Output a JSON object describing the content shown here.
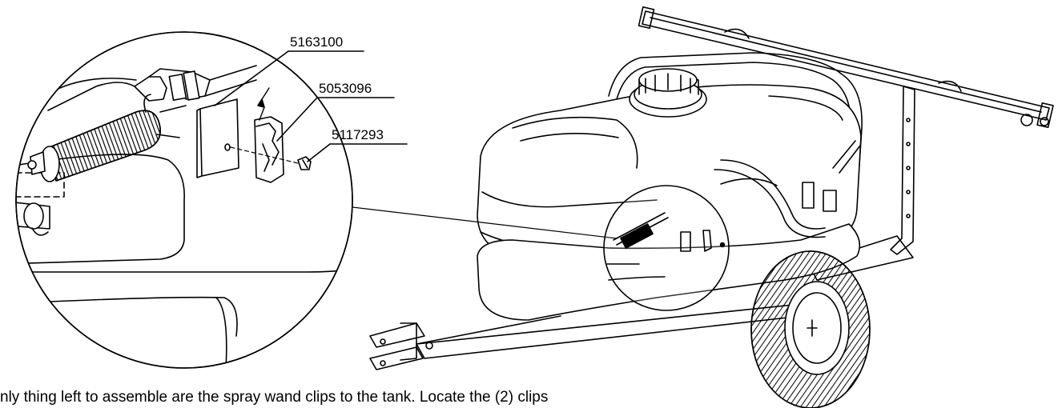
{
  "figure": {
    "callouts": [
      {
        "part_number": "5163100"
      },
      {
        "part_number": "5053096"
      },
      {
        "part_number": "5117293"
      }
    ]
  },
  "instruction_text": "nly thing left to assemble are the spray wand clips to the tank. Locate the (2) clips"
}
